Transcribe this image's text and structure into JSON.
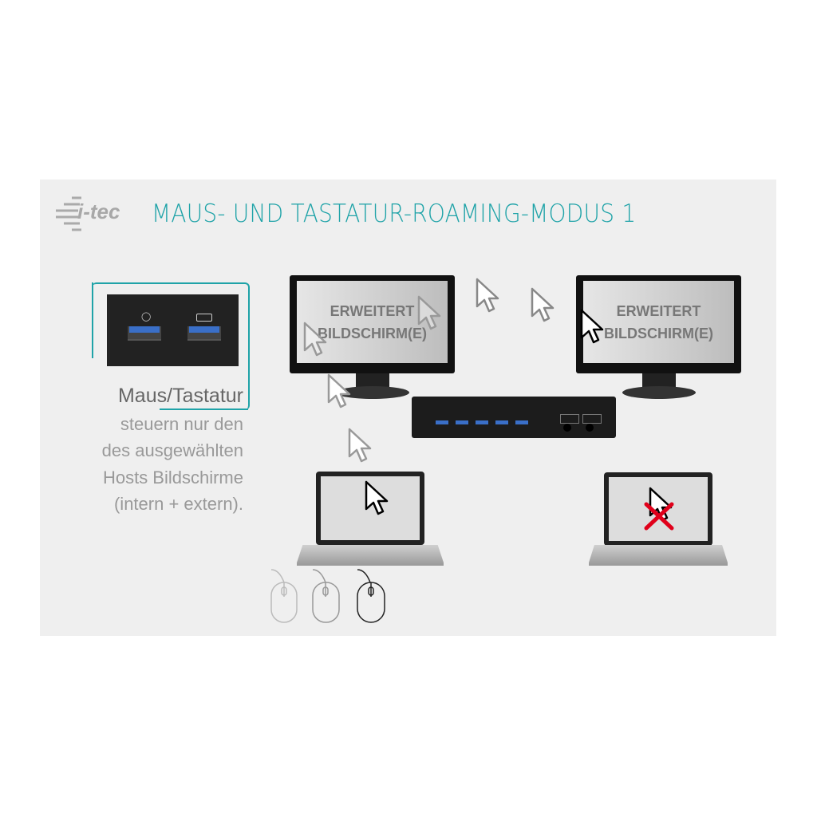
{
  "header": {
    "logo": "i-tec",
    "title": "MAUS- UND TASTATUR-ROAMING-MODUS 1"
  },
  "explanation": {
    "label": "Maus/Tastatur",
    "lines": [
      "steuern nur den",
      "des ausgewählten",
      "Hosts Bildschirme",
      "(intern + extern)."
    ]
  },
  "monitors": [
    {
      "text": [
        "ERWEITERT",
        "BILDSCHIRM(E)"
      ]
    },
    {
      "text": [
        "ERWEITERT",
        "BILDSCHIRM(E)"
      ]
    }
  ],
  "colors": {
    "accent": "#1fa3a8",
    "usb": "#3a6fc8",
    "blocked": "#e0001a"
  },
  "icons": [
    "mouse-icon",
    "keyboard-icon",
    "cursor-icon",
    "red-x-icon"
  ]
}
